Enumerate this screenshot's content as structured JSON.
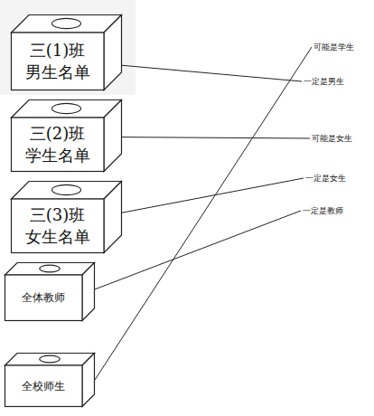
{
  "diagram": {
    "nodes": [
      {
        "text": [
          "三(1)班",
          "男生名单"
        ]
      },
      {
        "text": [
          "三(2)班",
          "学生名单"
        ]
      },
      {
        "text": [
          "三(3)班",
          "女生名单"
        ]
      },
      {
        "text": [
          "全体教师"
        ]
      },
      {
        "text": [
          "全校师生"
        ]
      },
      {
        "text": [
          "可能是学生"
        ]
      },
      {
        "text": [
          "一定是男生"
        ]
      },
      {
        "text": [
          "可能是女生"
        ]
      },
      {
        "text": [
          "一定是女生"
        ]
      },
      {
        "text": [
          "一定是教师"
        ]
      }
    ],
    "edges": [
      {
        "from": 0,
        "to": 6,
        "arrow": "none"
      },
      {
        "from": 1,
        "to": 7,
        "arrow": "none"
      },
      {
        "from": 2,
        "to": 8,
        "arrow": "none"
      },
      {
        "from": 3,
        "to": 9,
        "arrow": "none"
      },
      {
        "from": 4,
        "to": 5,
        "arrow": "none"
      }
    ]
  }
}
